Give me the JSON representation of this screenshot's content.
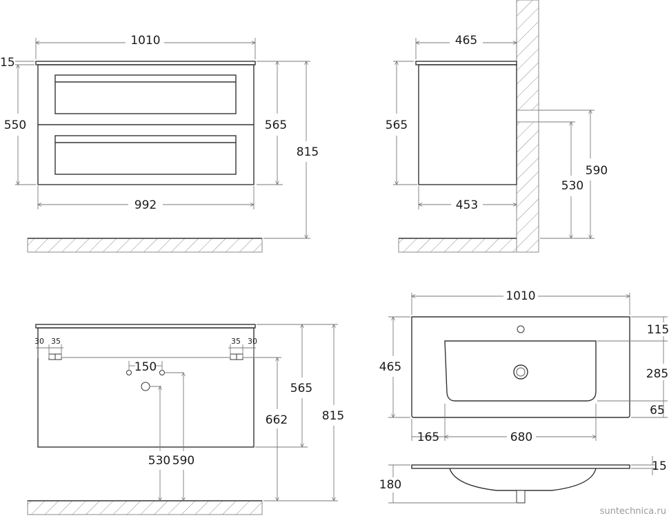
{
  "front_view": {
    "width_top": "1010",
    "top_thickness": "15",
    "cabinet_height": "550",
    "total_body_height": "565",
    "height_from_floor": "815",
    "width_bottom": "992"
  },
  "side_view": {
    "depth_top": "465",
    "height": "565",
    "depth_bottom": "453",
    "drain_height_1": "530",
    "drain_height_2": "590"
  },
  "back_view": {
    "offset_30_left": "30",
    "offset_35_left": "35",
    "offset_35_right": "35",
    "offset_30_right": "30",
    "hole_spacing": "150",
    "height_565": "565",
    "height_662": "662",
    "height_815": "815",
    "drain_530": "530",
    "drain_590": "590"
  },
  "basin_top_view": {
    "width": "1010",
    "depth": "465",
    "dim_115": "115",
    "dim_285": "285",
    "dim_65": "65",
    "dim_165": "165",
    "dim_680": "680"
  },
  "basin_profile": {
    "thickness": "15",
    "depth": "180"
  },
  "watermark": "suntechnica.ru"
}
